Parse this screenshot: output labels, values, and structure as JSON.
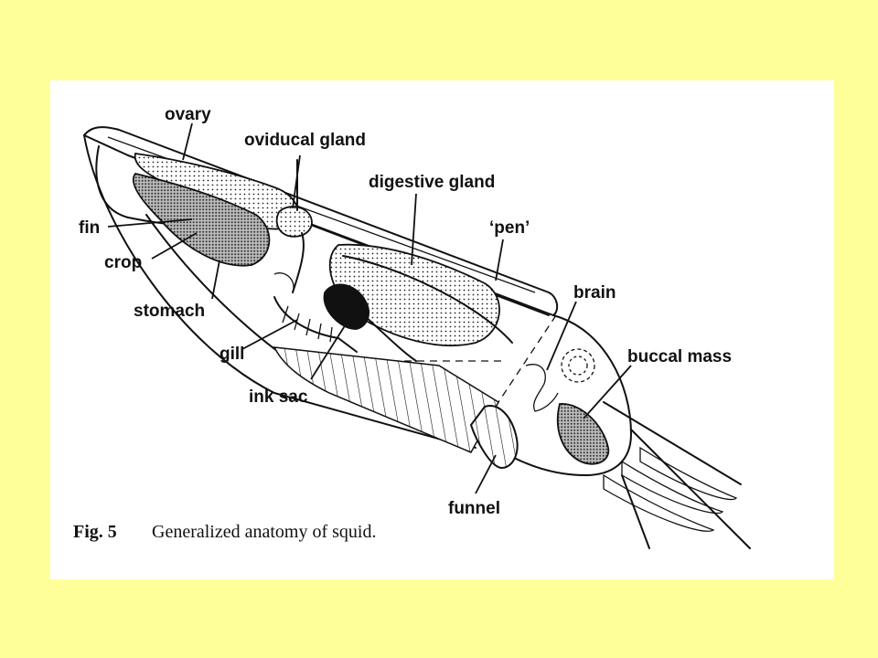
{
  "labels": {
    "ovary": "ovary",
    "oviducal_gland": "oviducal gland",
    "digestive_gland": "digestive gland",
    "pen": "‘pen’",
    "fin": "fin",
    "crop": "crop",
    "stomach": "stomach",
    "brain": "brain",
    "buccal_mass": "buccal mass",
    "gill": "gill",
    "ink_sac": "ink sac",
    "funnel": "funnel"
  },
  "caption": {
    "figure": "Fig. 5",
    "text": "Generalized anatomy of squid."
  },
  "colors": {
    "slide_background": "#ffff99",
    "plate_background": "#ffffff",
    "ink": "#111111"
  }
}
